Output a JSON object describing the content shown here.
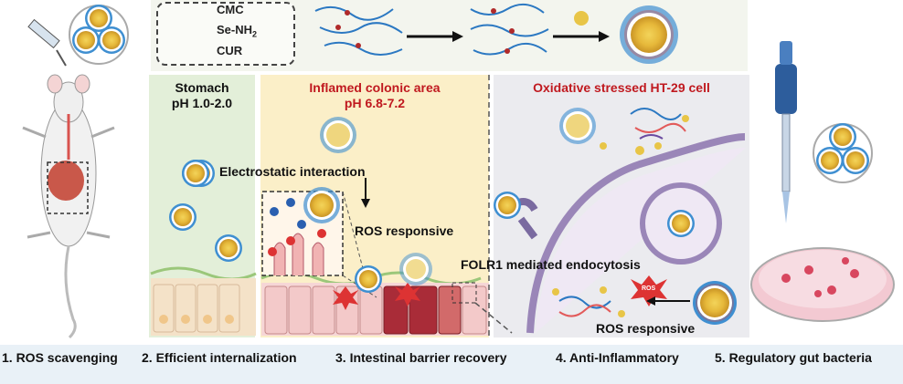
{
  "legend": {
    "items": [
      {
        "label": "CMC",
        "color": "#2b78c2"
      },
      {
        "label": "Se-NH",
        "sub": "2",
        "color": "#b02a2a"
      },
      {
        "label": "CUR",
        "color": "#e8c547"
      }
    ]
  },
  "panels": {
    "stomach": {
      "title": "Stomach",
      "subtitle": "pH 1.0-2.0",
      "color": "#111111"
    },
    "colon": {
      "title": "Inflamed colonic area",
      "subtitle": "pH 6.8-7.2",
      "color": "#c0191f"
    },
    "cell": {
      "title": "Oxidative stressed HT-29 cell",
      "color": "#c0191f"
    }
  },
  "labels": {
    "electrostatic": "Electrostatic interaction",
    "ros_responsive_1": "ROS responsive",
    "folr1": "FOLR1 mediated endocytosis",
    "ros_responsive_2": "ROS responsive",
    "ros_tag": "ROS"
  },
  "footer": {
    "items": [
      "1. ROS scavenging",
      "2.  Efficient internalization",
      "3. Intestinal barrier recovery",
      "4. Anti-Inflammatory",
      "5. Regulatory gut bacteria"
    ]
  },
  "colors": {
    "stomach_bg": "#e3efd9",
    "colon_bg": "#fbefc8",
    "cell_bg": "#ebebef",
    "membrane": "#9a86b8",
    "footer_bg": "#e9f1f7"
  }
}
